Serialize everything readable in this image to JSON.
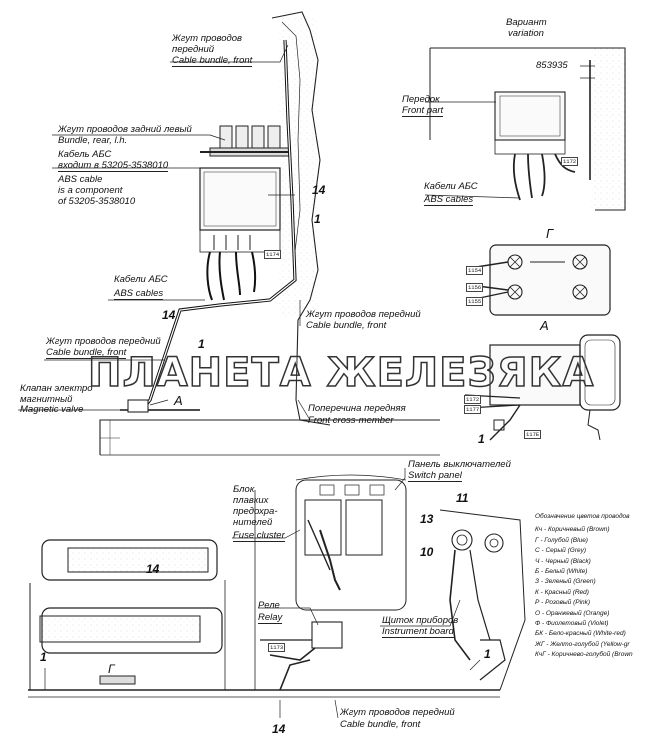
{
  "labels": {
    "front_bundle_top_ru": "Жгут проводов",
    "front_bundle_top_ru2": "передний",
    "front_bundle_top_en": "Cable bundle, front",
    "variant_ru": "Вариант",
    "variant_en": "variation",
    "part_853935": "853935",
    "peredok_ru": "Передок",
    "front_part_en": "Front part",
    "rear_bundle_ru": "Жгут проводов задний левый",
    "rear_bundle_en": "Bundle, rear, l.h.",
    "abs_cable_ru": "Кабель АБС",
    "abs_cable_ru2": "входит в 53205-3538010",
    "abs_cable_en": "ABS cable",
    "abs_cable_en2": "is a component",
    "abs_cable_en3": "of 53205-3538010",
    "abs_cables_ru_right": "Кабели АБС",
    "abs_cables_en_right": "ABS cables",
    "abs_cables_ru": "Кабели АБС",
    "abs_cables_en": "ABS cables",
    "front_bundle_mid_ru": "Жгут проводов передний",
    "front_bundle_mid_en": "Cable bundle, front",
    "front_bundle_left_ru": "Жгут проводов передний",
    "front_bundle_left_en": "Cable bundle, front",
    "valve_ru": "Клапан электро",
    "valve_ru2": "магнитный",
    "valve_en": "Magnetic valve",
    "crossmember_ru": "Поперечина передняя",
    "crossmember_en": "Front cross-member",
    "view_g": "Г",
    "view_a": "А",
    "view_a_left": "А",
    "view_g_bottom": "Г",
    "switch_panel_ru": "Панель выключателей",
    "switch_panel_en": "Switch panel",
    "fuse_block_ru": "Блок",
    "fuse_block_ru2": "плавких",
    "fuse_block_ru3": "предохра-",
    "fuse_block_ru4": "нителей",
    "fuse_block_en": "Fuse cluster",
    "relay_ru": "Реле",
    "relay_en": "Relay",
    "instrument_ru": "Щиток приборов",
    "instrument_en": "Instrument board",
    "front_bundle_bottom_ru": "Жгут проводов передний",
    "front_bundle_bottom_en": "Cable bundle, front",
    "watermark": "ПЛАНЕТА ЖЕЛЕЗЯКА"
  },
  "numbers": {
    "n14_top": "14",
    "n1_top": "1",
    "n14_mid": "14",
    "n1_mid": "1",
    "n1_right": "1",
    "n13": "13",
    "n10": "10",
    "n11": "11",
    "n14_left": "14",
    "n1_left": "1",
    "n1_bottomright": "1",
    "n14_bottom": "14"
  },
  "legend": {
    "title": "Обозначение цветов проводов",
    "items": [
      "Кч - Коричневый (Brown)",
      "Г - Голубой (Blue)",
      "С - Серый (Grey)",
      "Ч - Черный (Black)",
      "Б - Белый (White)",
      "З - Зеленый (Green)",
      "К - Красный (Red)",
      "Р - Розовый (Pink)",
      "О - Оранжевый (Orange)",
      "Ф - Фиолетовый (Violet)",
      "БК - Бело-красный (White-red)",
      "ЖГ - Желто-голубой (Yellow-gr",
      "КчГ - Коричнево-голубой (Brown"
    ]
  },
  "tags": {
    "t1": "1154",
    "t2": "1156",
    "t3": "1155",
    "t4": "1172",
    "t5": "1177",
    "t6": "1174",
    "t7": "117Е",
    "t8": "1172",
    "t9": "1173"
  }
}
